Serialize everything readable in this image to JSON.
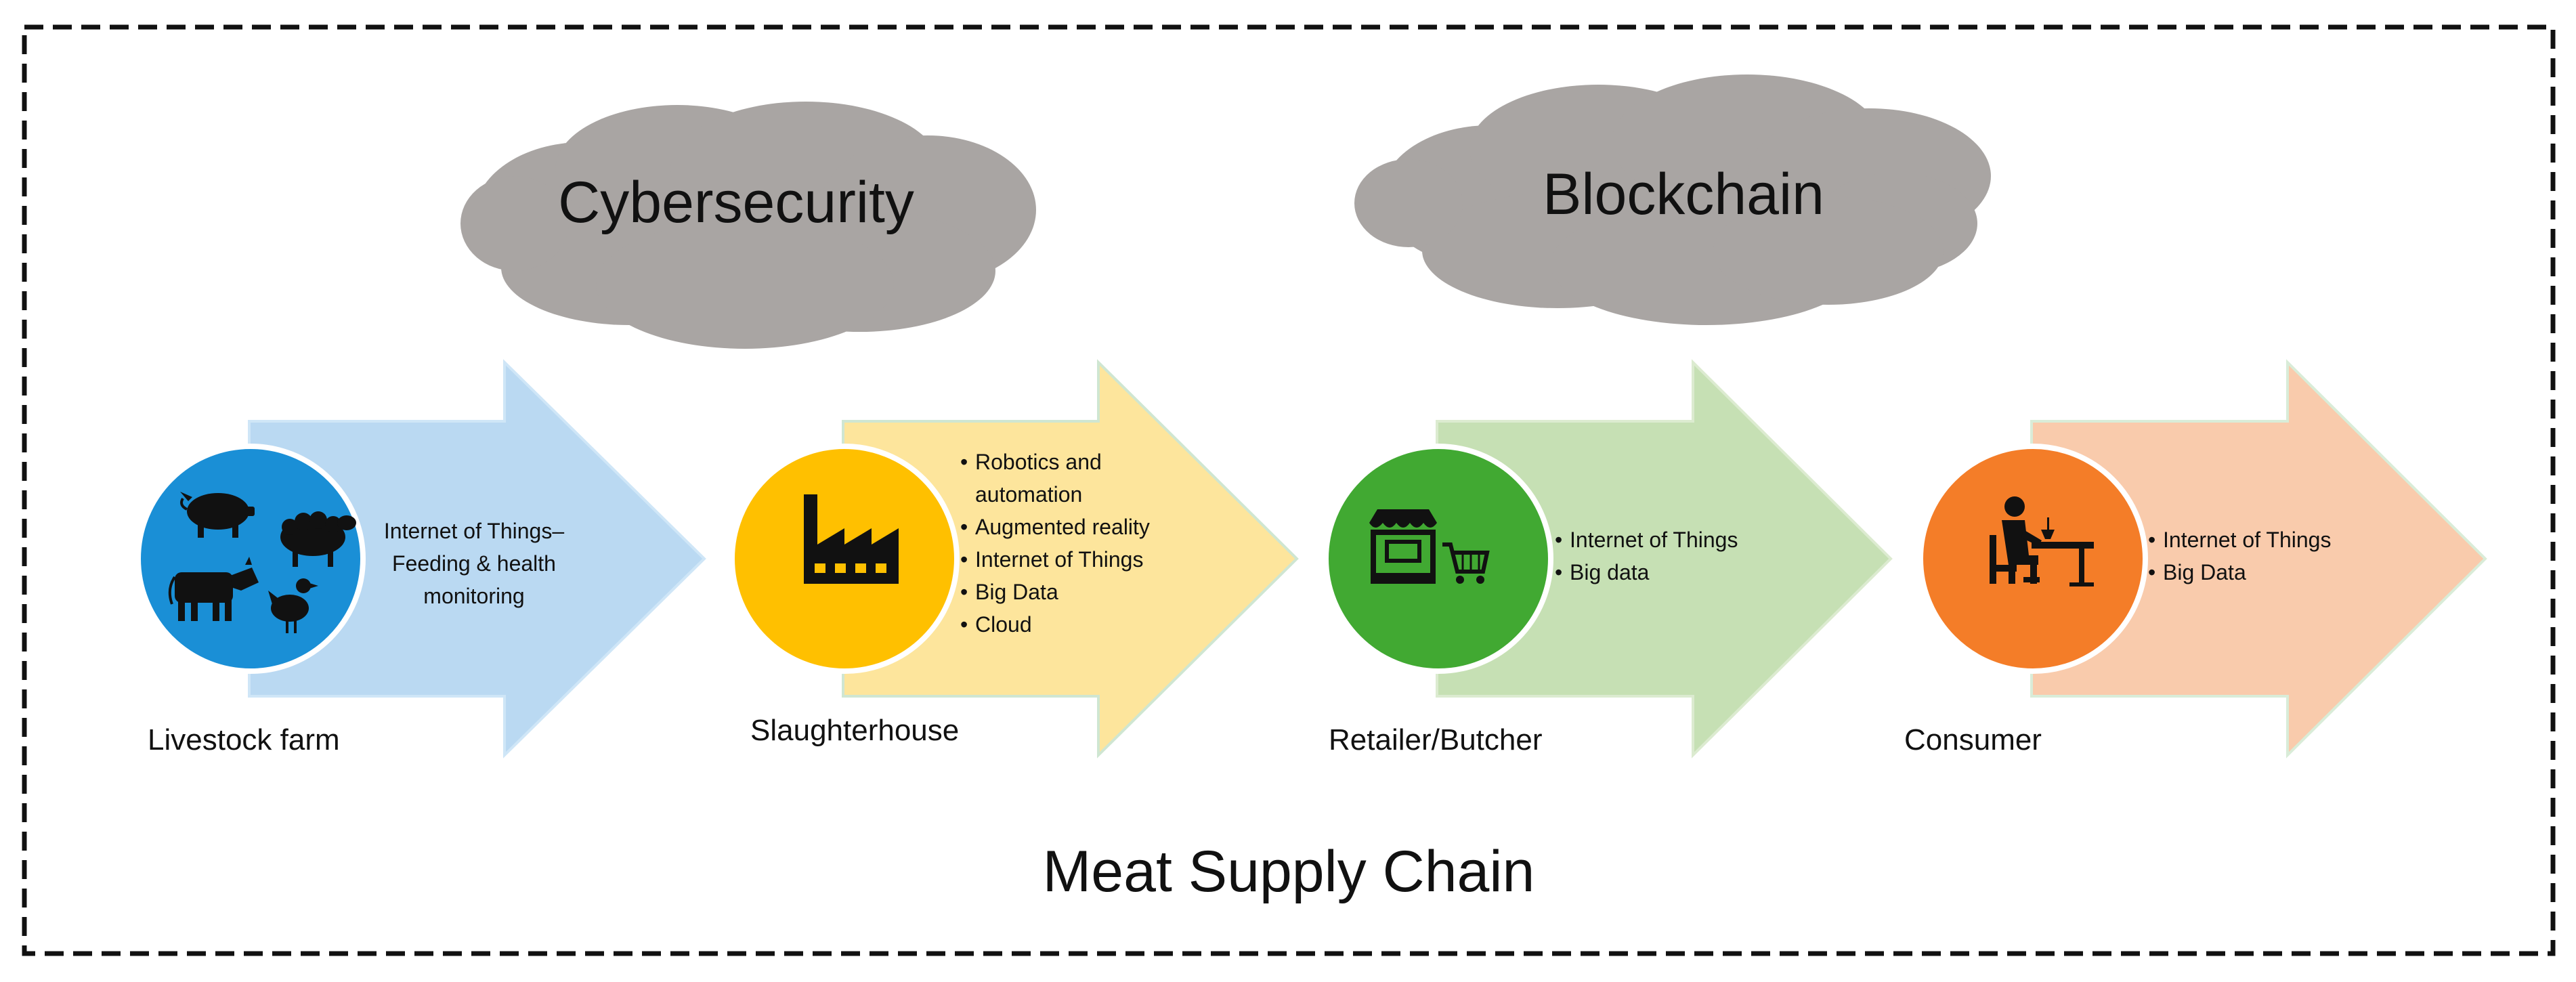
{
  "title": "Meat Supply Chain",
  "clouds": [
    {
      "id": "cybersecurity",
      "label": "Cybersecurity"
    },
    {
      "id": "blockchain",
      "label": "Blockchain"
    }
  ],
  "stages": [
    {
      "name": "Livestock farm",
      "icon": "livestock-icon",
      "circle_color": "#1a8fd6",
      "arrow_color": "#bad9f2",
      "text_lines": [
        "Internet of Things–",
        "Feeding & health",
        "monitoring"
      ],
      "bullets": []
    },
    {
      "name": "Slaughterhouse",
      "icon": "factory-icon",
      "circle_color": "#ffc000",
      "arrow_color": "#fde59c",
      "text_lines": [],
      "bullets": [
        "Robotics and automation",
        "Augmented reality",
        "Internet of Things",
        "Big Data",
        "Cloud"
      ]
    },
    {
      "name": "Retailer/Butcher",
      "icon": "market-stall-cart-icon",
      "circle_color": "#41a932",
      "arrow_color": "#c6e0b4",
      "text_lines": [],
      "bullets": [
        "Internet of Things",
        "Big data"
      ]
    },
    {
      "name": "Consumer",
      "icon": "person-dining-icon",
      "circle_color": "#f47d28",
      "arrow_color": "#f9cbac",
      "text_lines": [],
      "bullets": [
        "Internet of Things",
        "Big Data"
      ]
    }
  ]
}
